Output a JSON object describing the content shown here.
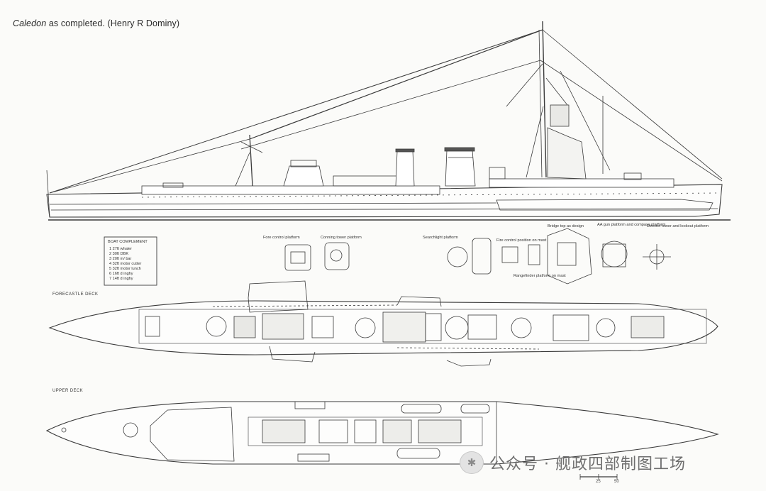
{
  "caption": {
    "ship": "Caledon",
    "rest": " as completed. (Henry R Dominy)"
  },
  "boat_complement": {
    "title": "BOAT COMPLEMENT",
    "rows": [
      "1   27ft whaler",
      "2   30ft DBK",
      "3   20ft m/ bar",
      "4   32ft motor cutter",
      "5   32ft motor lunch",
      "6   16ft d inghy",
      "7   14ft d inghy"
    ]
  },
  "detail_labels": {
    "fore_control": "Fore control platform",
    "conning_tower": "Conning tower platform",
    "searchlight": "Searchlight platform",
    "fire_control": "Fire control position on mast",
    "range_finder": "Rangefinder platform on mast",
    "bridge_top": "Bridge top as design",
    "aa_platform": "AA gun platform and compass platform",
    "director": "Director tower and lookout platform"
  },
  "views": {
    "forecastle": "FORECASTLE DECK",
    "upper": "UPPER DECK"
  },
  "scale": {
    "mid": "25",
    "end": "50"
  },
  "watermark": {
    "icon": "wechat-icon",
    "text": "公众号 · 舰政四部制图工场"
  }
}
